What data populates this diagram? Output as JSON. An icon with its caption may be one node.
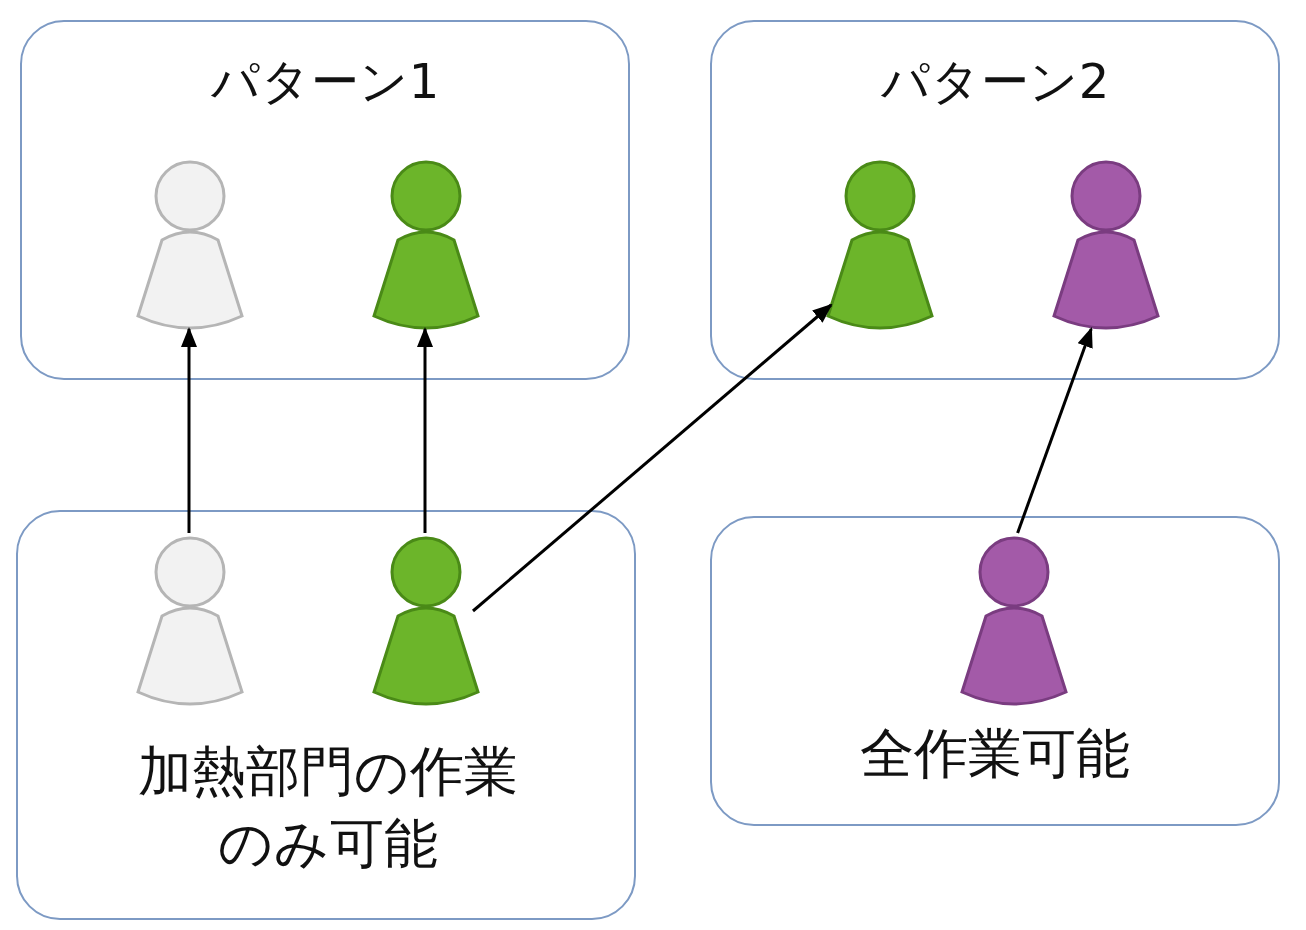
{
  "diagram": {
    "nodes": [
      {
        "text": [
          "パターン1"
        ]
      },
      {
        "text": [],
        "shape": "person",
        "in": 0
      },
      {
        "text": [],
        "shape": "person",
        "in": 0
      },
      {
        "text": [
          "パターン2"
        ]
      },
      {
        "text": [],
        "shape": "person",
        "in": 3
      },
      {
        "text": [],
        "shape": "person",
        "in": 3
      },
      {
        "text": [
          "加熱部門の作業のみ可能"
        ]
      },
      {
        "text": [],
        "shape": "person",
        "in": 6
      },
      {
        "text": [],
        "shape": "person",
        "in": 6
      },
      {
        "text": [
          "全作業可能"
        ]
      },
      {
        "text": [],
        "shape": "person",
        "in": 9
      }
    ],
    "edges": [
      {
        "from": 7,
        "to": 1,
        "arrow": "to"
      },
      {
        "from": 8,
        "to": 2,
        "arrow": "to"
      },
      {
        "from": 8,
        "to": 4,
        "arrow": "to"
      },
      {
        "from": 10,
        "to": 5,
        "arrow": "to"
      }
    ]
  }
}
